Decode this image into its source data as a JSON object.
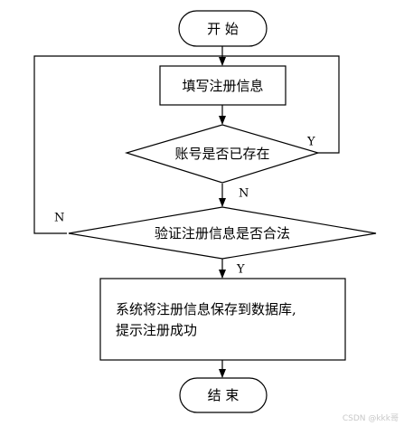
{
  "nodes": {
    "start": "开 始",
    "fill_info": "填写注册信息",
    "account_exists": "账号是否已存在",
    "validate": "验证注册信息是否合法",
    "save_line1": "系统将注册信息保存到数据库,",
    "save_line2": "提示注册成功",
    "end": "结 束"
  },
  "edges": {
    "exists_yes": "Y",
    "exists_no": "N",
    "valid_no": "N",
    "valid_yes": "Y"
  },
  "watermark": "CSDN @kkk哥"
}
